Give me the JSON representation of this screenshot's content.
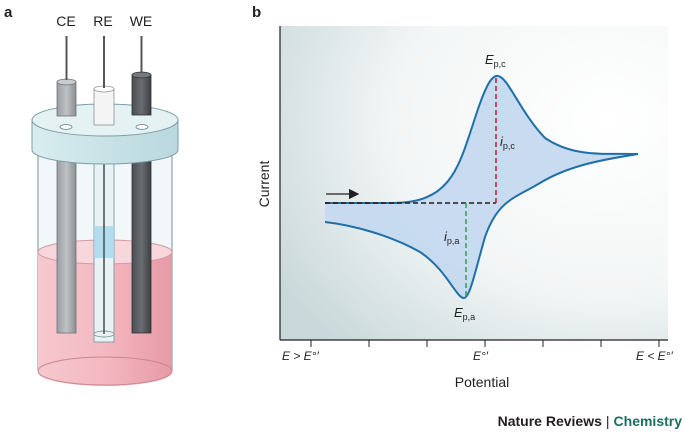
{
  "panel_a": {
    "label": "a",
    "electrodes": [
      "CE",
      "RE",
      "WE"
    ]
  },
  "panel_b": {
    "label": "b",
    "y_axis_label": "Current",
    "x_axis_label": "Potential",
    "x_tick_left": "E > E°′",
    "x_tick_mid": "E°′",
    "x_tick_right": "E < E°′",
    "peak_cathodic_E": "p,c",
    "peak_cathodic_i": "p,c",
    "peak_anodic_E": "p,a",
    "peak_anodic_i": "p,a",
    "E_letter": "E",
    "i_letter": "i"
  },
  "colors": {
    "curve": "#1f6fa8",
    "fill": "#c5d9ef",
    "cathodic_dash": "#c0272d",
    "anodic_dash": "#3aa655",
    "brand": "#1c6d62"
  },
  "footer": {
    "journal": "Nature Reviews",
    "separator": "|",
    "subject": "Chemistry"
  }
}
